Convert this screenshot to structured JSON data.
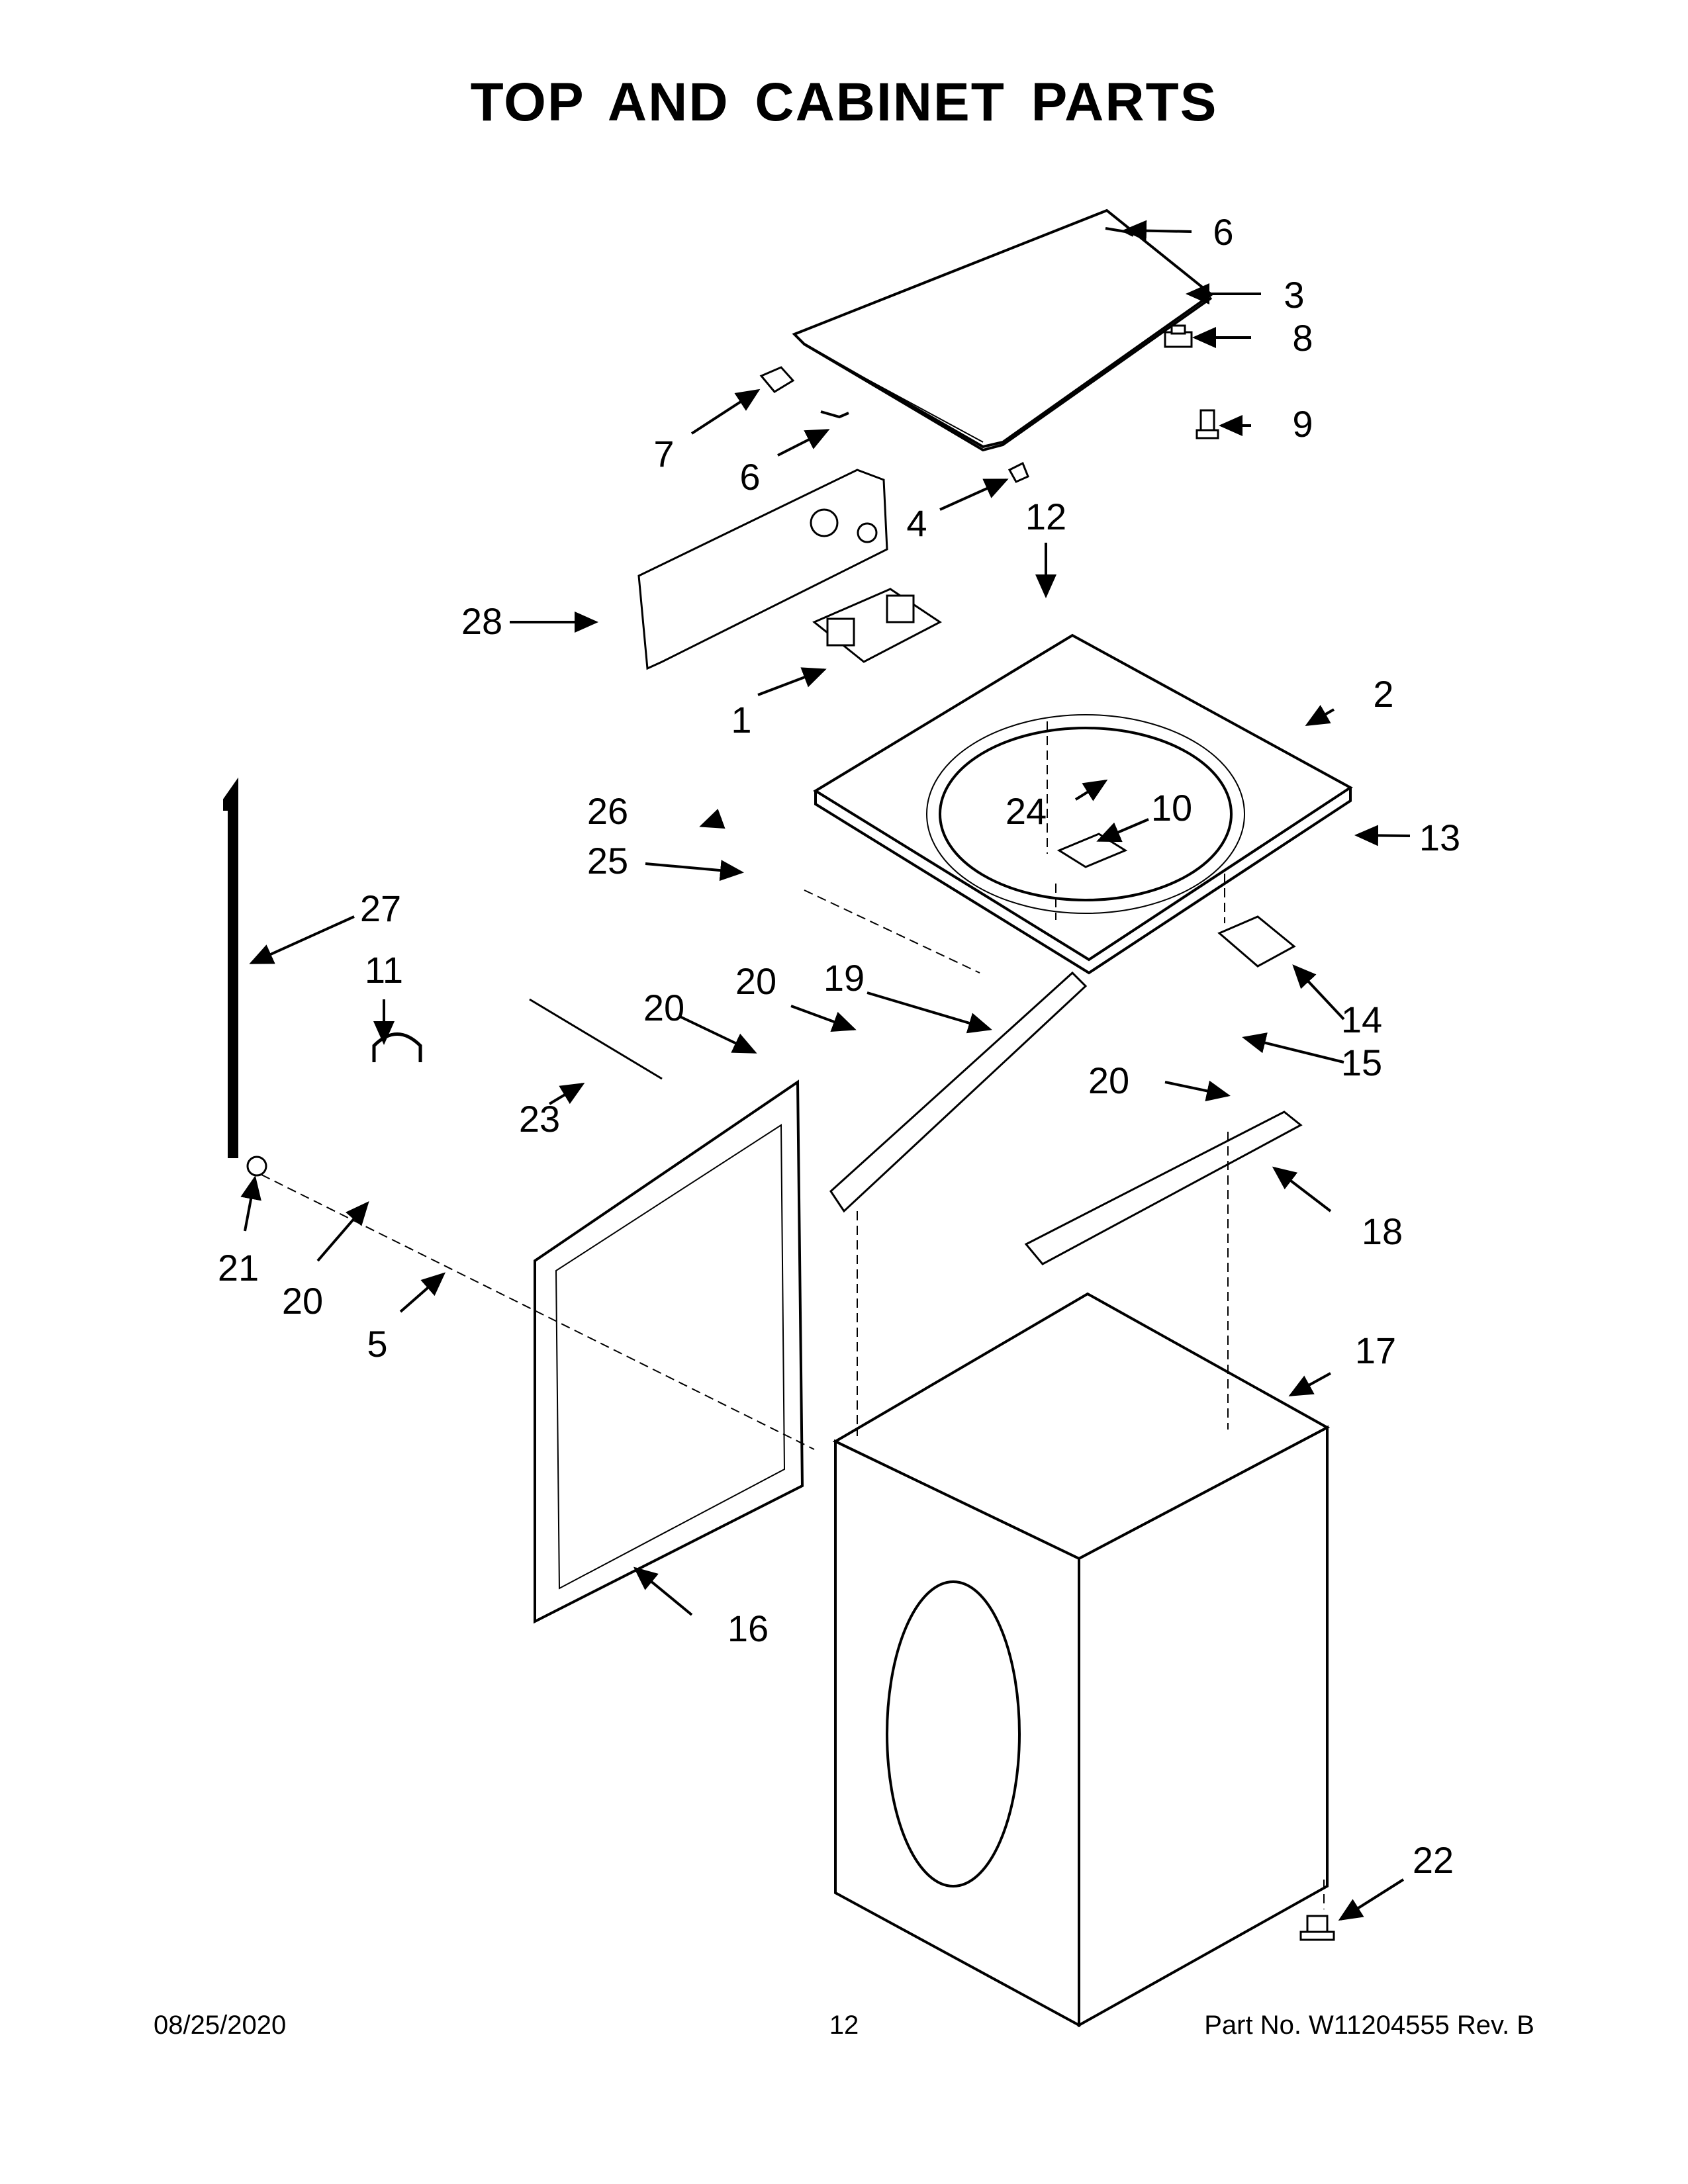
{
  "page": {
    "title": "TOP AND CABINET PARTS"
  },
  "callouts": [
    {
      "id": "1"
    },
    {
      "id": "2"
    },
    {
      "id": "3"
    },
    {
      "id": "4"
    },
    {
      "id": "5"
    },
    {
      "id": "6"
    },
    {
      "id": "6"
    },
    {
      "id": "7"
    },
    {
      "id": "8"
    },
    {
      "id": "9"
    },
    {
      "id": "10"
    },
    {
      "id": "11"
    },
    {
      "id": "12"
    },
    {
      "id": "13"
    },
    {
      "id": "14"
    },
    {
      "id": "15"
    },
    {
      "id": "16"
    },
    {
      "id": "17"
    },
    {
      "id": "18"
    },
    {
      "id": "19"
    },
    {
      "id": "20"
    },
    {
      "id": "20"
    },
    {
      "id": "20"
    },
    {
      "id": "20"
    },
    {
      "id": "21"
    },
    {
      "id": "22"
    },
    {
      "id": "23"
    },
    {
      "id": "24"
    },
    {
      "id": "25"
    },
    {
      "id": "26"
    },
    {
      "id": "27"
    },
    {
      "id": "28"
    }
  ],
  "footer": {
    "date": "08/25/2020",
    "page_number": "12",
    "part_no": "Part No.  W11204555  Rev.  B"
  }
}
